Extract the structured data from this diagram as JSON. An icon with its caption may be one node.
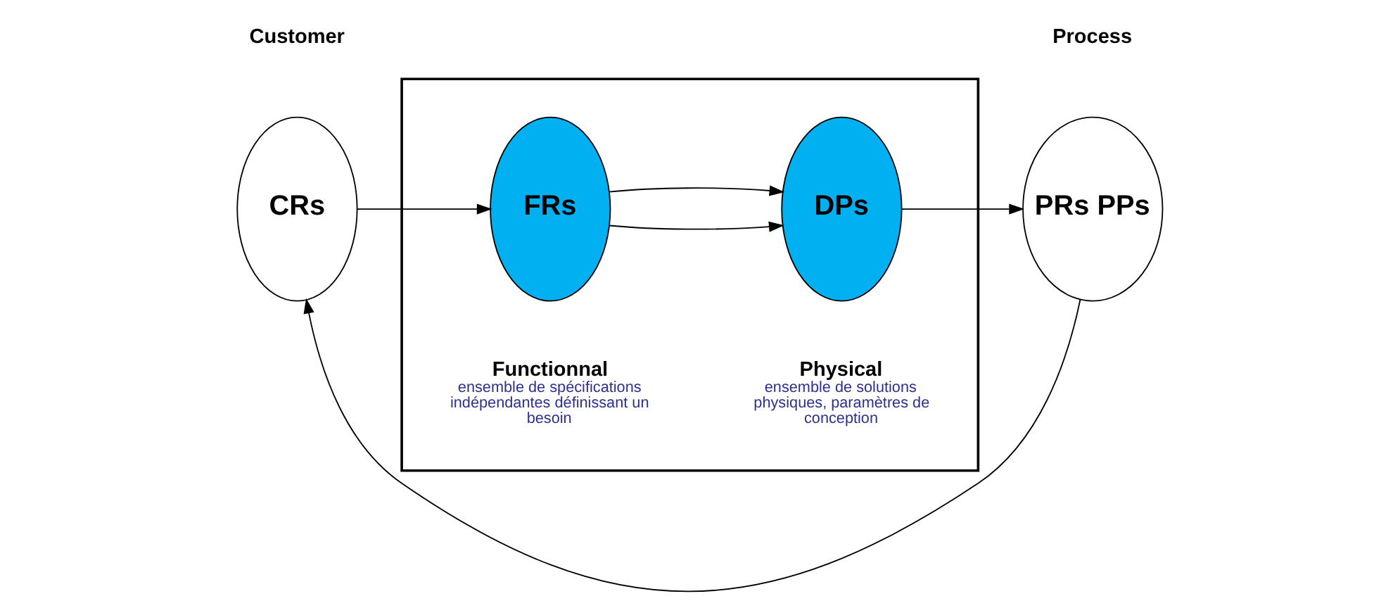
{
  "diagram": {
    "nodes": [
      {
        "text": [
          "CRs"
        ],
        "beside": [
          "Customer"
        ]
      },
      {
        "text": [],
        "shape": "box"
      },
      {
        "text": [
          "FRs"
        ],
        "in": 1,
        "beside": [
          "Functionnal",
          "ensemble de spécifications indépendantes définissant un besoin"
        ]
      },
      {
        "text": [
          "DPs"
        ],
        "in": 1,
        "beside": [
          "Physical",
          "ensemble de solutions physiques, paramètres de conception"
        ]
      },
      {
        "text": [
          "PRs PPs"
        ],
        "beside": [
          "Process"
        ]
      }
    ],
    "edges": [
      {
        "from": 0,
        "to": 2,
        "arrow": "to"
      },
      {
        "from": 2,
        "to": 3,
        "arrow": "to"
      },
      {
        "from": 2,
        "to": 3,
        "arrow": "to"
      },
      {
        "from": 3,
        "to": 4,
        "arrow": "to"
      },
      {
        "from": 4,
        "to": 0,
        "arrow": "to"
      }
    ]
  }
}
